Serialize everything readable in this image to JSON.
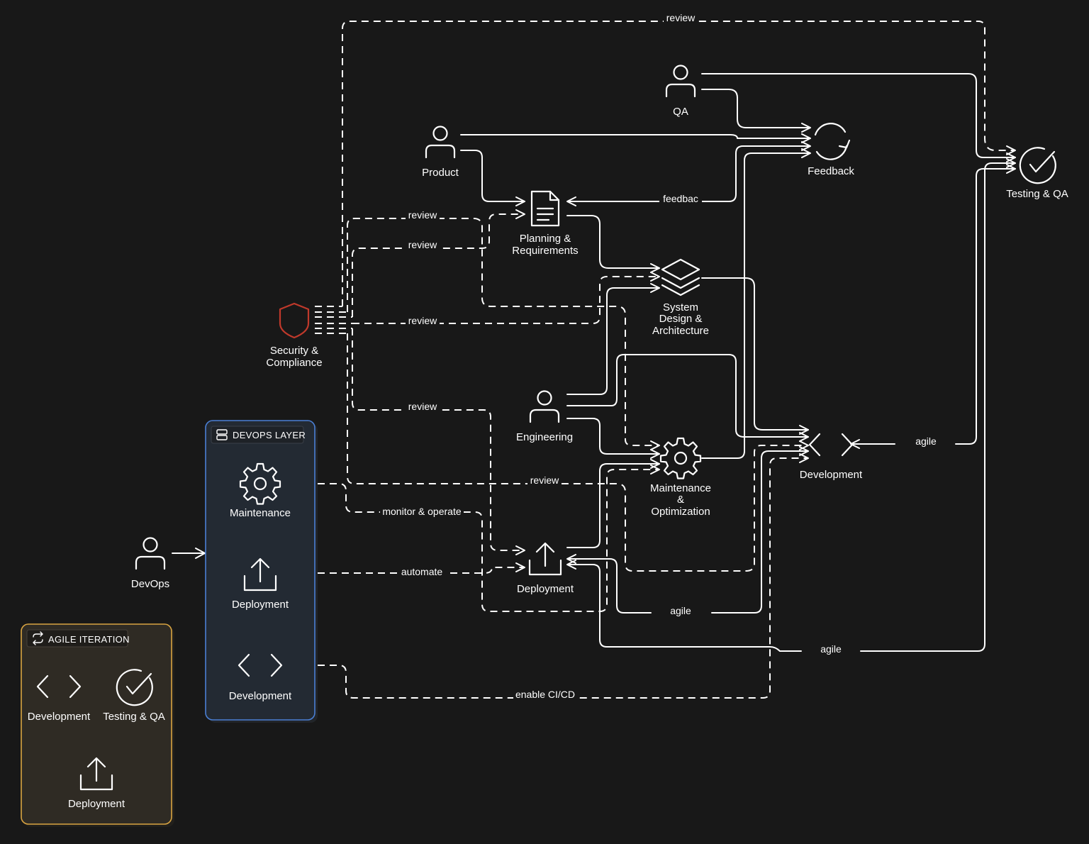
{
  "nodes": {
    "product": "Product",
    "qa": "QA",
    "engineering": "Engineering",
    "devops": "DevOps",
    "security": [
      "Security &",
      "Compliance"
    ],
    "planning": [
      "Planning &",
      "Requirements"
    ],
    "system_design": [
      "System",
      "Design &",
      "Architecture"
    ],
    "feedback": "Feedback",
    "testing": "Testing & QA",
    "development": "Development",
    "maintenance": [
      "Maintenance",
      "&",
      "Optimization"
    ],
    "deployment": "Deployment"
  },
  "groups": {
    "devops_layer": {
      "title": "DEVOPS LAYER",
      "items": [
        "Maintenance",
        "Deployment",
        "Development"
      ],
      "border_color": "#4a7fd4",
      "fill_color": "#232a33"
    },
    "agile_iteration": {
      "title": "AGILE ITERATION",
      "items": [
        "Development",
        "Testing & QA",
        "Deployment"
      ],
      "border_color": "#d9a441",
      "fill_color": "#2f2b24"
    }
  },
  "edge_labels": {
    "review_top": "review",
    "review_planning_1": "review",
    "review_planning_2": "review",
    "review_design": "review",
    "review_engineering": "review",
    "review_maintenance": "review",
    "feedback": "feedbac",
    "agile_dev": "agile",
    "agile_deploy": "agile",
    "agile_bottom": "agile",
    "monitor": "monitor & operate",
    "automate": "automate",
    "cicd": "enable CI/CD"
  },
  "colors": {
    "background": "#181818",
    "security_icon": "#c0392b"
  },
  "icons": {
    "person": "person-icon",
    "security": "shield-icon",
    "planning": "document-icon",
    "design": "layers-icon",
    "feedback": "refresh-icon",
    "testing": "check-circle-icon",
    "development": "code-icon",
    "maintenance": "gear-icon",
    "deployment": "upload-icon",
    "group_devops": "server-icon",
    "group_agile": "repeat-icon"
  }
}
